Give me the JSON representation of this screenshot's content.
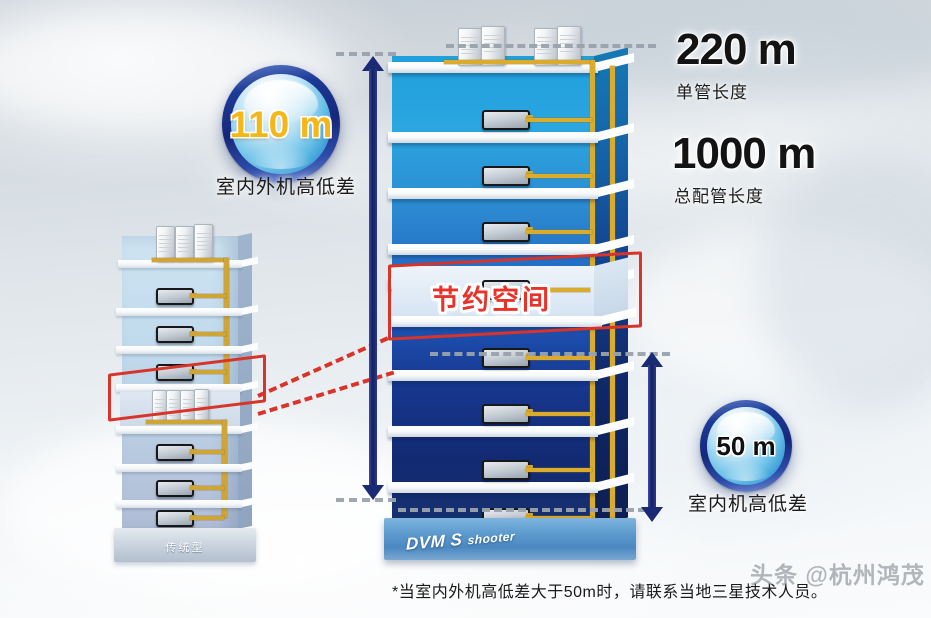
{
  "background": {
    "type": "sky-clouds",
    "base_color": "#d7dde2"
  },
  "stats": [
    {
      "id": "single-pipe",
      "value": "220 m",
      "caption": "单管长度"
    },
    {
      "id": "total-pipe",
      "value": "1000 m",
      "caption": "总配管长度"
    }
  ],
  "badges": [
    {
      "id": "height-diff-indoor-outdoor",
      "value": "110 m",
      "caption": "室内外机高低差",
      "text_color": "#f5b717"
    },
    {
      "id": "height-diff-indoor",
      "value": "50 m",
      "caption": "室内机高低差",
      "text_color": "#101010"
    }
  ],
  "buildings": {
    "left": {
      "base_label": "传统型",
      "type": "traditional"
    },
    "right": {
      "base_label_main": "DVM S",
      "base_label_sub": "shooter",
      "type": "dvm-s-shooter"
    }
  },
  "callout": {
    "label": "节约空间",
    "border_color": "#d8342a",
    "text_color": "#e8322a"
  },
  "footnote": {
    "text": "*当室内外机高低差大于50m时，请联系当地三星技术人员。"
  },
  "watermark": {
    "text": "头条 @杭州鸿茂"
  },
  "colors": {
    "arrow_navy": "#1b2a74",
    "pipe_gold": "#d9ab2e",
    "badge_ring": "#1c3a96",
    "dash_gray": "#9aa3ad"
  }
}
